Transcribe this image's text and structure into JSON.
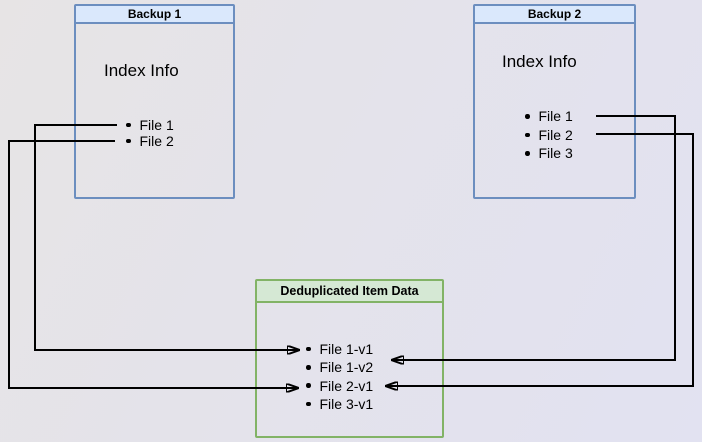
{
  "diagram": {
    "backup1": {
      "title": "Backup 1",
      "subtitle": "Index Info",
      "files": [
        "File 1",
        "File 2"
      ]
    },
    "backup2": {
      "title": "Backup 2",
      "subtitle": "Index Info",
      "files": [
        "File 1",
        "File 2",
        "File 3"
      ]
    },
    "dedup": {
      "title": "Deduplicated Item Data",
      "files": [
        "File 1-v1",
        "File 1-v2",
        "File 2-v1",
        "File 3-v1"
      ]
    },
    "connections": [
      {
        "from": "Backup 1 / File 1",
        "to": "Deduplicated Item Data / File 1-v1"
      },
      {
        "from": "Backup 1 / File 2",
        "to": "Deduplicated Item Data / File 2-v1"
      },
      {
        "from": "Backup 2 / File 1",
        "to": "Deduplicated Item Data / File 1-v2"
      },
      {
        "from": "Backup 2 / File 2",
        "to": "Deduplicated Item Data / File 2-v1"
      }
    ],
    "colors": {
      "backup_header_fill": "#dae8fc",
      "backup_border": "#6c8ebf",
      "dedup_header_fill": "#d5e8d4",
      "dedup_border": "#82b366",
      "connector": "#000000"
    }
  }
}
